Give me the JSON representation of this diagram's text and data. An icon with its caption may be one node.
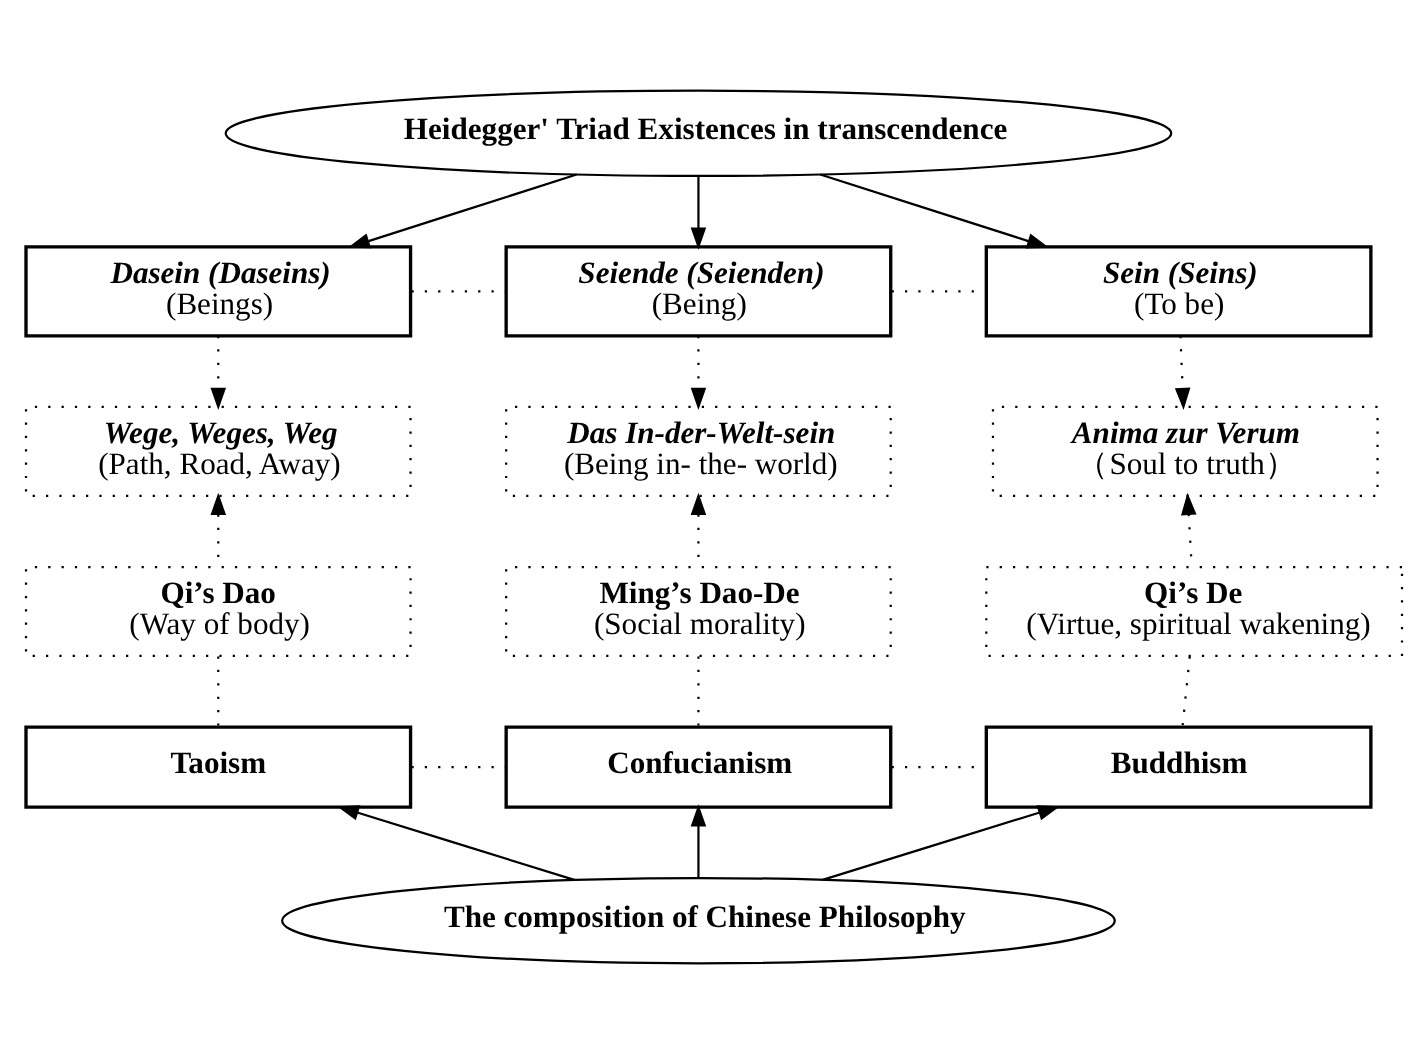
{
  "diagram": {
    "nodes": [
      {
        "text": [
          "Heidegger' Triad Existences in transcendence"
        ]
      },
      {
        "text": [
          "Dasein (Daseins)",
          "(Beings)"
        ]
      },
      {
        "text": [
          "Seiende (Seienden)",
          "(Being)"
        ]
      },
      {
        "text": [
          "Sein (Seins)",
          "(To be)"
        ]
      },
      {
        "text": [
          "Wege, Weges, Weg",
          "(Path, Road, Away)"
        ]
      },
      {
        "text": [
          "Das In-der-Welt-sein",
          "(Being in- the- world)"
        ]
      },
      {
        "text": [
          "Anima zur Verum",
          "（Soul to truth）"
        ]
      },
      {
        "text": [
          "Qi’s Dao",
          "(Way of body)"
        ]
      },
      {
        "text": [
          "Ming’s Dao-De",
          "(Social morality)"
        ]
      },
      {
        "text": [
          "Qi’s De",
          "(Virtue, spiritual wakening)"
        ]
      },
      {
        "text": [
          "Taoism"
        ]
      },
      {
        "text": [
          "Confucianism"
        ]
      },
      {
        "text": [
          "Buddhism"
        ]
      },
      {
        "text": [
          "The composition of Chinese Philosophy"
        ]
      }
    ],
    "edges": [
      {
        "from": 0,
        "to": 1,
        "arrow": "to"
      },
      {
        "from": 0,
        "to": 2,
        "arrow": "to"
      },
      {
        "from": 0,
        "to": 3,
        "arrow": "to"
      },
      {
        "from": 1,
        "to": 2,
        "arrow": "none",
        "style": "dashed"
      },
      {
        "from": 2,
        "to": 3,
        "arrow": "none",
        "style": "dashed"
      },
      {
        "from": 1,
        "to": 4,
        "arrow": "to",
        "style": "dashed"
      },
      {
        "from": 2,
        "to": 5,
        "arrow": "to",
        "style": "dashed"
      },
      {
        "from": 3,
        "to": 6,
        "arrow": "to",
        "style": "dashed"
      },
      {
        "from": 7,
        "to": 4,
        "arrow": "to",
        "style": "dashed"
      },
      {
        "from": 8,
        "to": 5,
        "arrow": "to",
        "style": "dashed"
      },
      {
        "from": 9,
        "to": 6,
        "arrow": "to",
        "style": "dashed"
      },
      {
        "from": 10,
        "to": 7,
        "arrow": "none",
        "style": "dashed"
      },
      {
        "from": 11,
        "to": 8,
        "arrow": "none",
        "style": "dashed"
      },
      {
        "from": 12,
        "to": 9,
        "arrow": "none",
        "style": "dashed"
      },
      {
        "from": 10,
        "to": 11,
        "arrow": "none",
        "style": "dashed"
      },
      {
        "from": 11,
        "to": 12,
        "arrow": "none",
        "style": "dashed"
      },
      {
        "from": 13,
        "to": 10,
        "arrow": "to"
      },
      {
        "from": 13,
        "to": 11,
        "arrow": "to"
      },
      {
        "from": 13,
        "to": 12,
        "arrow": "to"
      }
    ]
  }
}
